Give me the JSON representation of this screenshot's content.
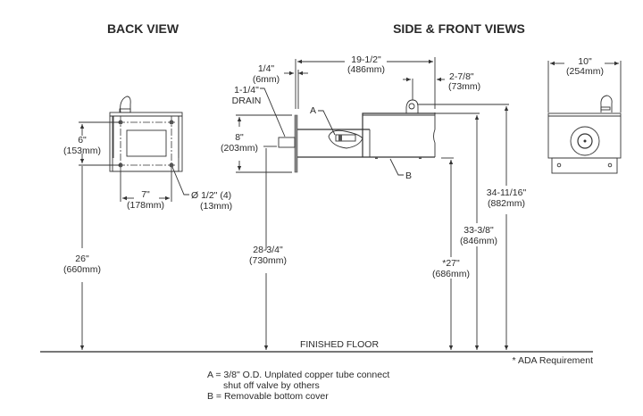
{
  "titles": {
    "back_view": "BACK VIEW",
    "side_front_views": "SIDE & FRONT VIEWS"
  },
  "back_view": {
    "mount_vertical": {
      "in": "6\"",
      "mm": "(153mm)"
    },
    "mount_horizontal": {
      "in": "7\"",
      "mm": "(178mm)"
    },
    "hole": {
      "in": "Ø 1/2\" (4)",
      "mm": "(13mm)"
    },
    "height_to_hole": {
      "in": "26\"",
      "mm": "(660mm)"
    }
  },
  "side_view": {
    "wall_plate": {
      "in": "1/4\"",
      "mm": "(6mm)"
    },
    "drain": {
      "line1": "1-1/4\"",
      "line2": "DRAIN"
    },
    "plate_height": {
      "in": "8\"",
      "mm": "(203mm)"
    },
    "depth": {
      "in": "19-1/2\"",
      "mm": "(486mm)"
    },
    "bubbler_offset": {
      "in": "2-7/8\"",
      "mm": "(73mm)"
    },
    "drain_height": {
      "in": "28-3/4\"",
      "mm": "(730mm)"
    },
    "knee_clearance": {
      "in": "*27\"",
      "mm": "(686mm)"
    },
    "rim_height": {
      "in": "33-3/8\"",
      "mm": "(846mm)"
    },
    "bubbler_height": {
      "in": "34-11/16\"",
      "mm": "(882mm)"
    },
    "callout_a": "A",
    "callout_b": "B"
  },
  "front_view": {
    "width": {
      "in": "10\"",
      "mm": "(254mm)"
    }
  },
  "floor_label": "FINISHED FLOOR",
  "ada_note": "* ADA Requirement",
  "legend": {
    "a_line1": "A = 3/8\" O.D. Unplated copper tube connect",
    "a_line2": "shut off valve by others",
    "b_line": "B = Removable bottom cover"
  }
}
